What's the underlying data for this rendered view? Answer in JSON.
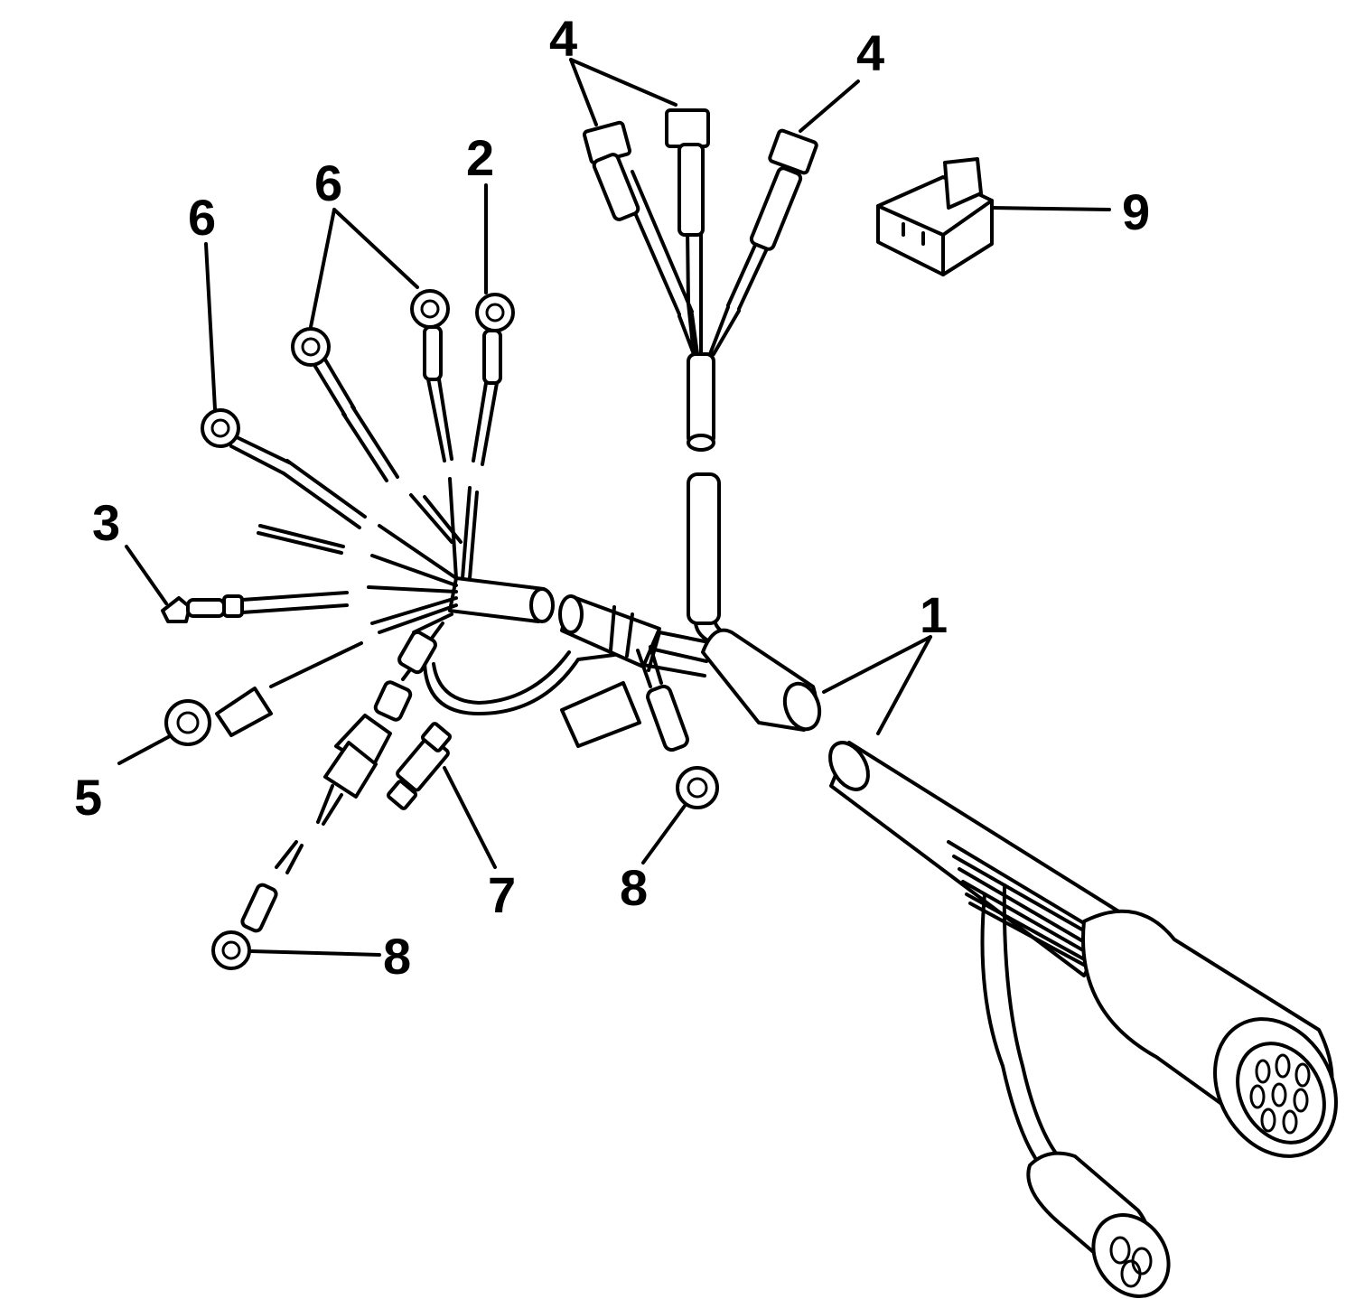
{
  "diagram": {
    "callouts": {
      "c1": "1",
      "c2": "2",
      "c3": "3",
      "c4a": "4",
      "c4b": "4",
      "c5": "5",
      "c6a": "6",
      "c6b": "6",
      "c7": "7",
      "c8a": "8",
      "c8b": "8",
      "c9": "9"
    }
  }
}
